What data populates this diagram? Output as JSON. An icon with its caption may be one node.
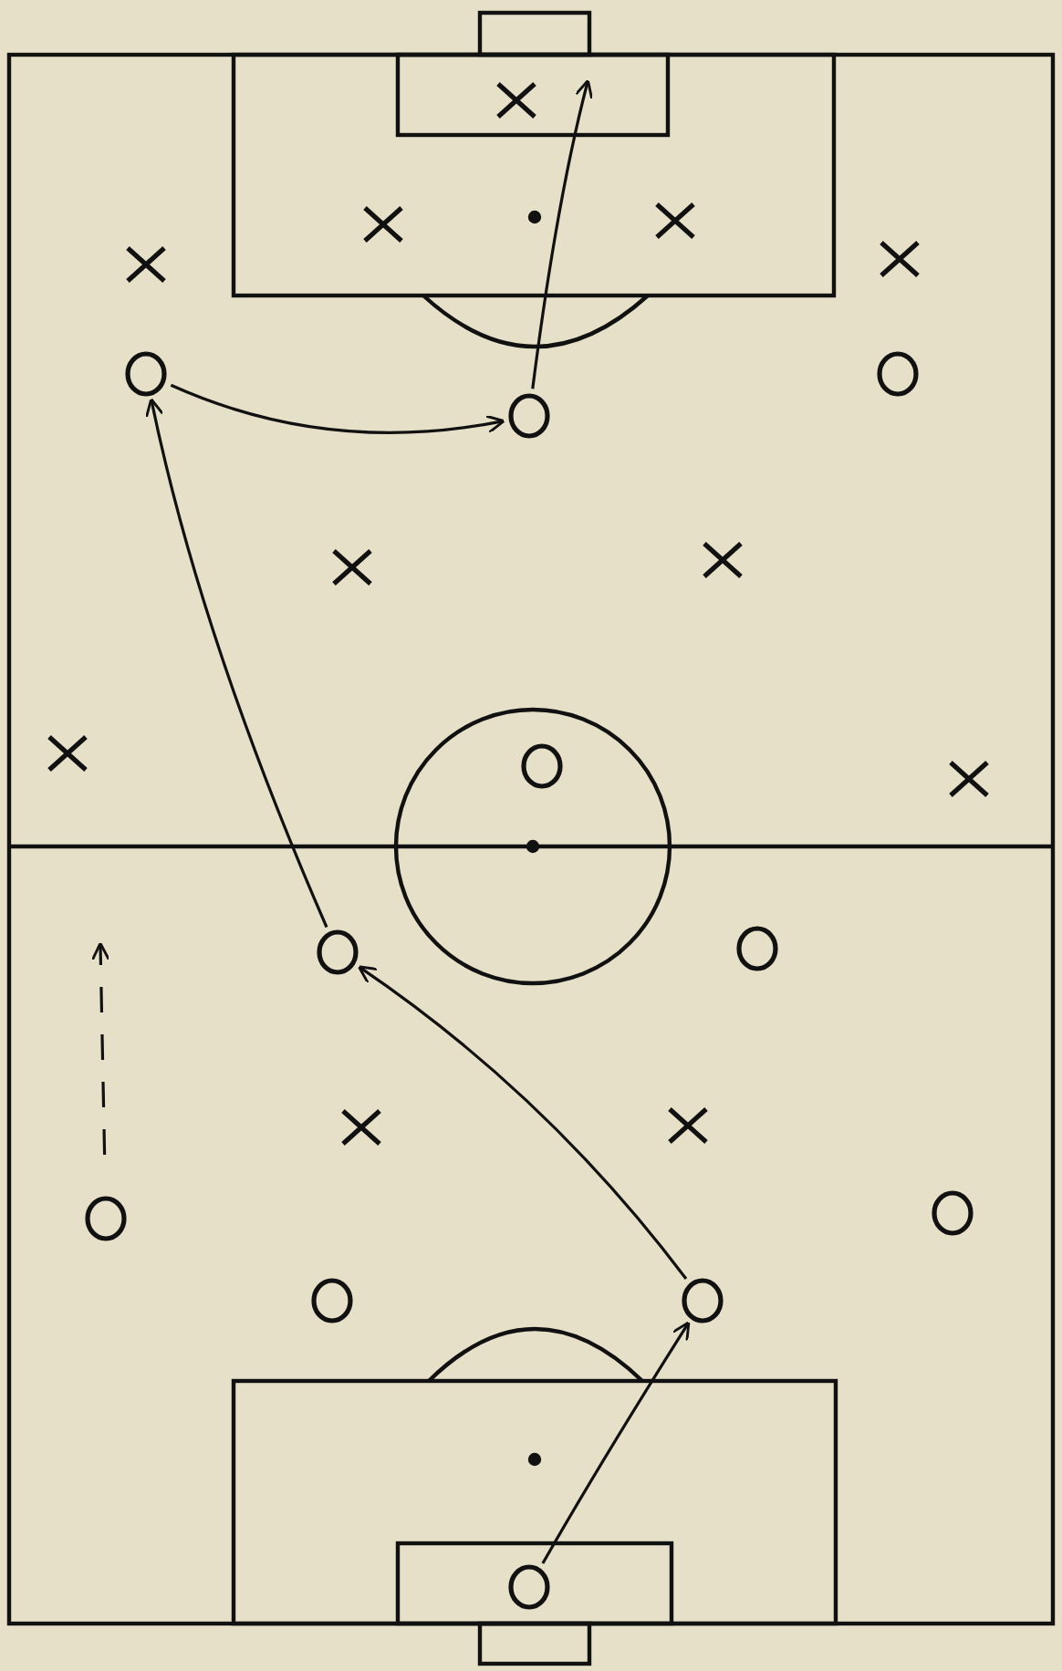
{
  "diagram": {
    "nodes": [
      {
        "text": [],
        "shape": "cross"
      },
      {
        "text": [],
        "shape": "cross"
      },
      {
        "text": [],
        "shape": "cross"
      },
      {
        "text": [],
        "shape": "cross"
      },
      {
        "text": [],
        "shape": "cross"
      },
      {
        "text": [],
        "shape": "circle"
      },
      {
        "text": [],
        "shape": "circle"
      },
      {
        "text": [],
        "shape": "circle"
      },
      {
        "text": [],
        "shape": "cross"
      },
      {
        "text": [],
        "shape": "cross"
      },
      {
        "text": [],
        "shape": "cross"
      },
      {
        "text": [],
        "shape": "circle"
      },
      {
        "text": [],
        "shape": "cross"
      },
      {
        "text": [],
        "shape": "circle"
      },
      {
        "text": [],
        "shape": "circle"
      },
      {
        "text": [],
        "shape": "cross"
      },
      {
        "text": [],
        "shape": "cross"
      },
      {
        "text": [],
        "shape": "circle"
      },
      {
        "text": [],
        "shape": "circle"
      },
      {
        "text": [],
        "shape": "circle"
      },
      {
        "text": [],
        "shape": "circle"
      },
      {
        "text": [],
        "shape": "circle"
      }
    ],
    "edges": [
      {
        "from": 21,
        "to": 20,
        "arrow": "to"
      },
      {
        "from": 20,
        "to": 13,
        "arrow": "to"
      },
      {
        "from": 13,
        "to": 5,
        "arrow": "to"
      },
      {
        "from": 5,
        "to": 7,
        "arrow": "to"
      },
      {
        "from": 7,
        "to": null,
        "arrow": "to"
      },
      {
        "from": 17,
        "to": null,
        "arrow": "to",
        "style": "dashed"
      }
    ]
  }
}
